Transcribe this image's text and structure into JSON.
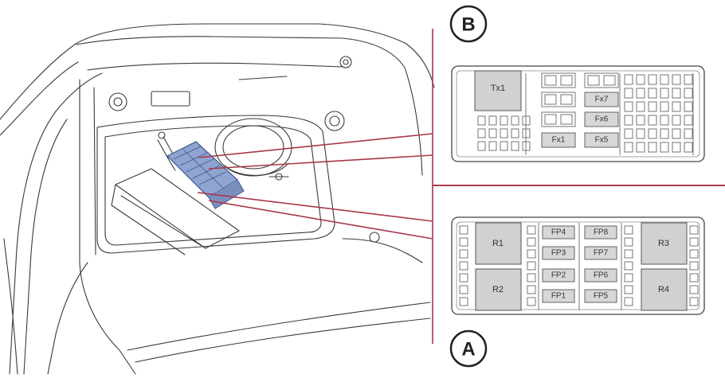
{
  "callouts": {
    "b": "B",
    "a": "A"
  },
  "panel_b": {
    "relay": "Tx1",
    "fuses": [
      "Fx7",
      "Fx6",
      "Fx1",
      "Fx5"
    ]
  },
  "panel_a": {
    "relays": [
      "R1",
      "R2",
      "R3",
      "R4"
    ],
    "fuses": [
      "FP4",
      "FP8",
      "FP3",
      "FP7",
      "FP2",
      "FP6",
      "FP1",
      "FP5"
    ]
  },
  "colors": {
    "line": "#333333",
    "leader": "#a8384a",
    "relay_fill": "#d3d0d0",
    "fuse_fill": "#d8d6d6",
    "highlight": "#8fa4cf"
  }
}
